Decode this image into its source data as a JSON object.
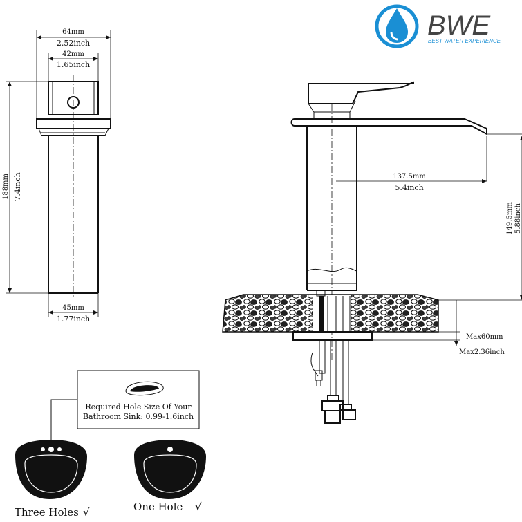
{
  "brand": {
    "name": "BWE",
    "tagline": "BEST WATER EXPERIENCE",
    "color": "#1a8fd4"
  },
  "side_view": {
    "top_width_mm": "64mm",
    "top_width_in": "2.52inch",
    "inner_width_mm": "42mm",
    "inner_width_in": "1.65inch",
    "height_mm": "188mm",
    "height_in": "7.4inch",
    "base_width_mm": "45mm",
    "base_width_in": "1.77inch"
  },
  "front_view": {
    "reach_mm": "137.5mm",
    "reach_in": "5.4inch",
    "spout_height_mm": "149.5mm",
    "spout_height_in": "5.88inch",
    "max_deck_mm": "Max60mm",
    "max_deck_in": "Max2.36inch"
  },
  "hole_note": {
    "line1": "Required Hole Size Of Your",
    "line2": "Bathroom Sink: 0.99-1.6inch"
  },
  "sinks": {
    "three_holes": "Three Holes",
    "one_hole": "One Hole",
    "check": "√"
  }
}
